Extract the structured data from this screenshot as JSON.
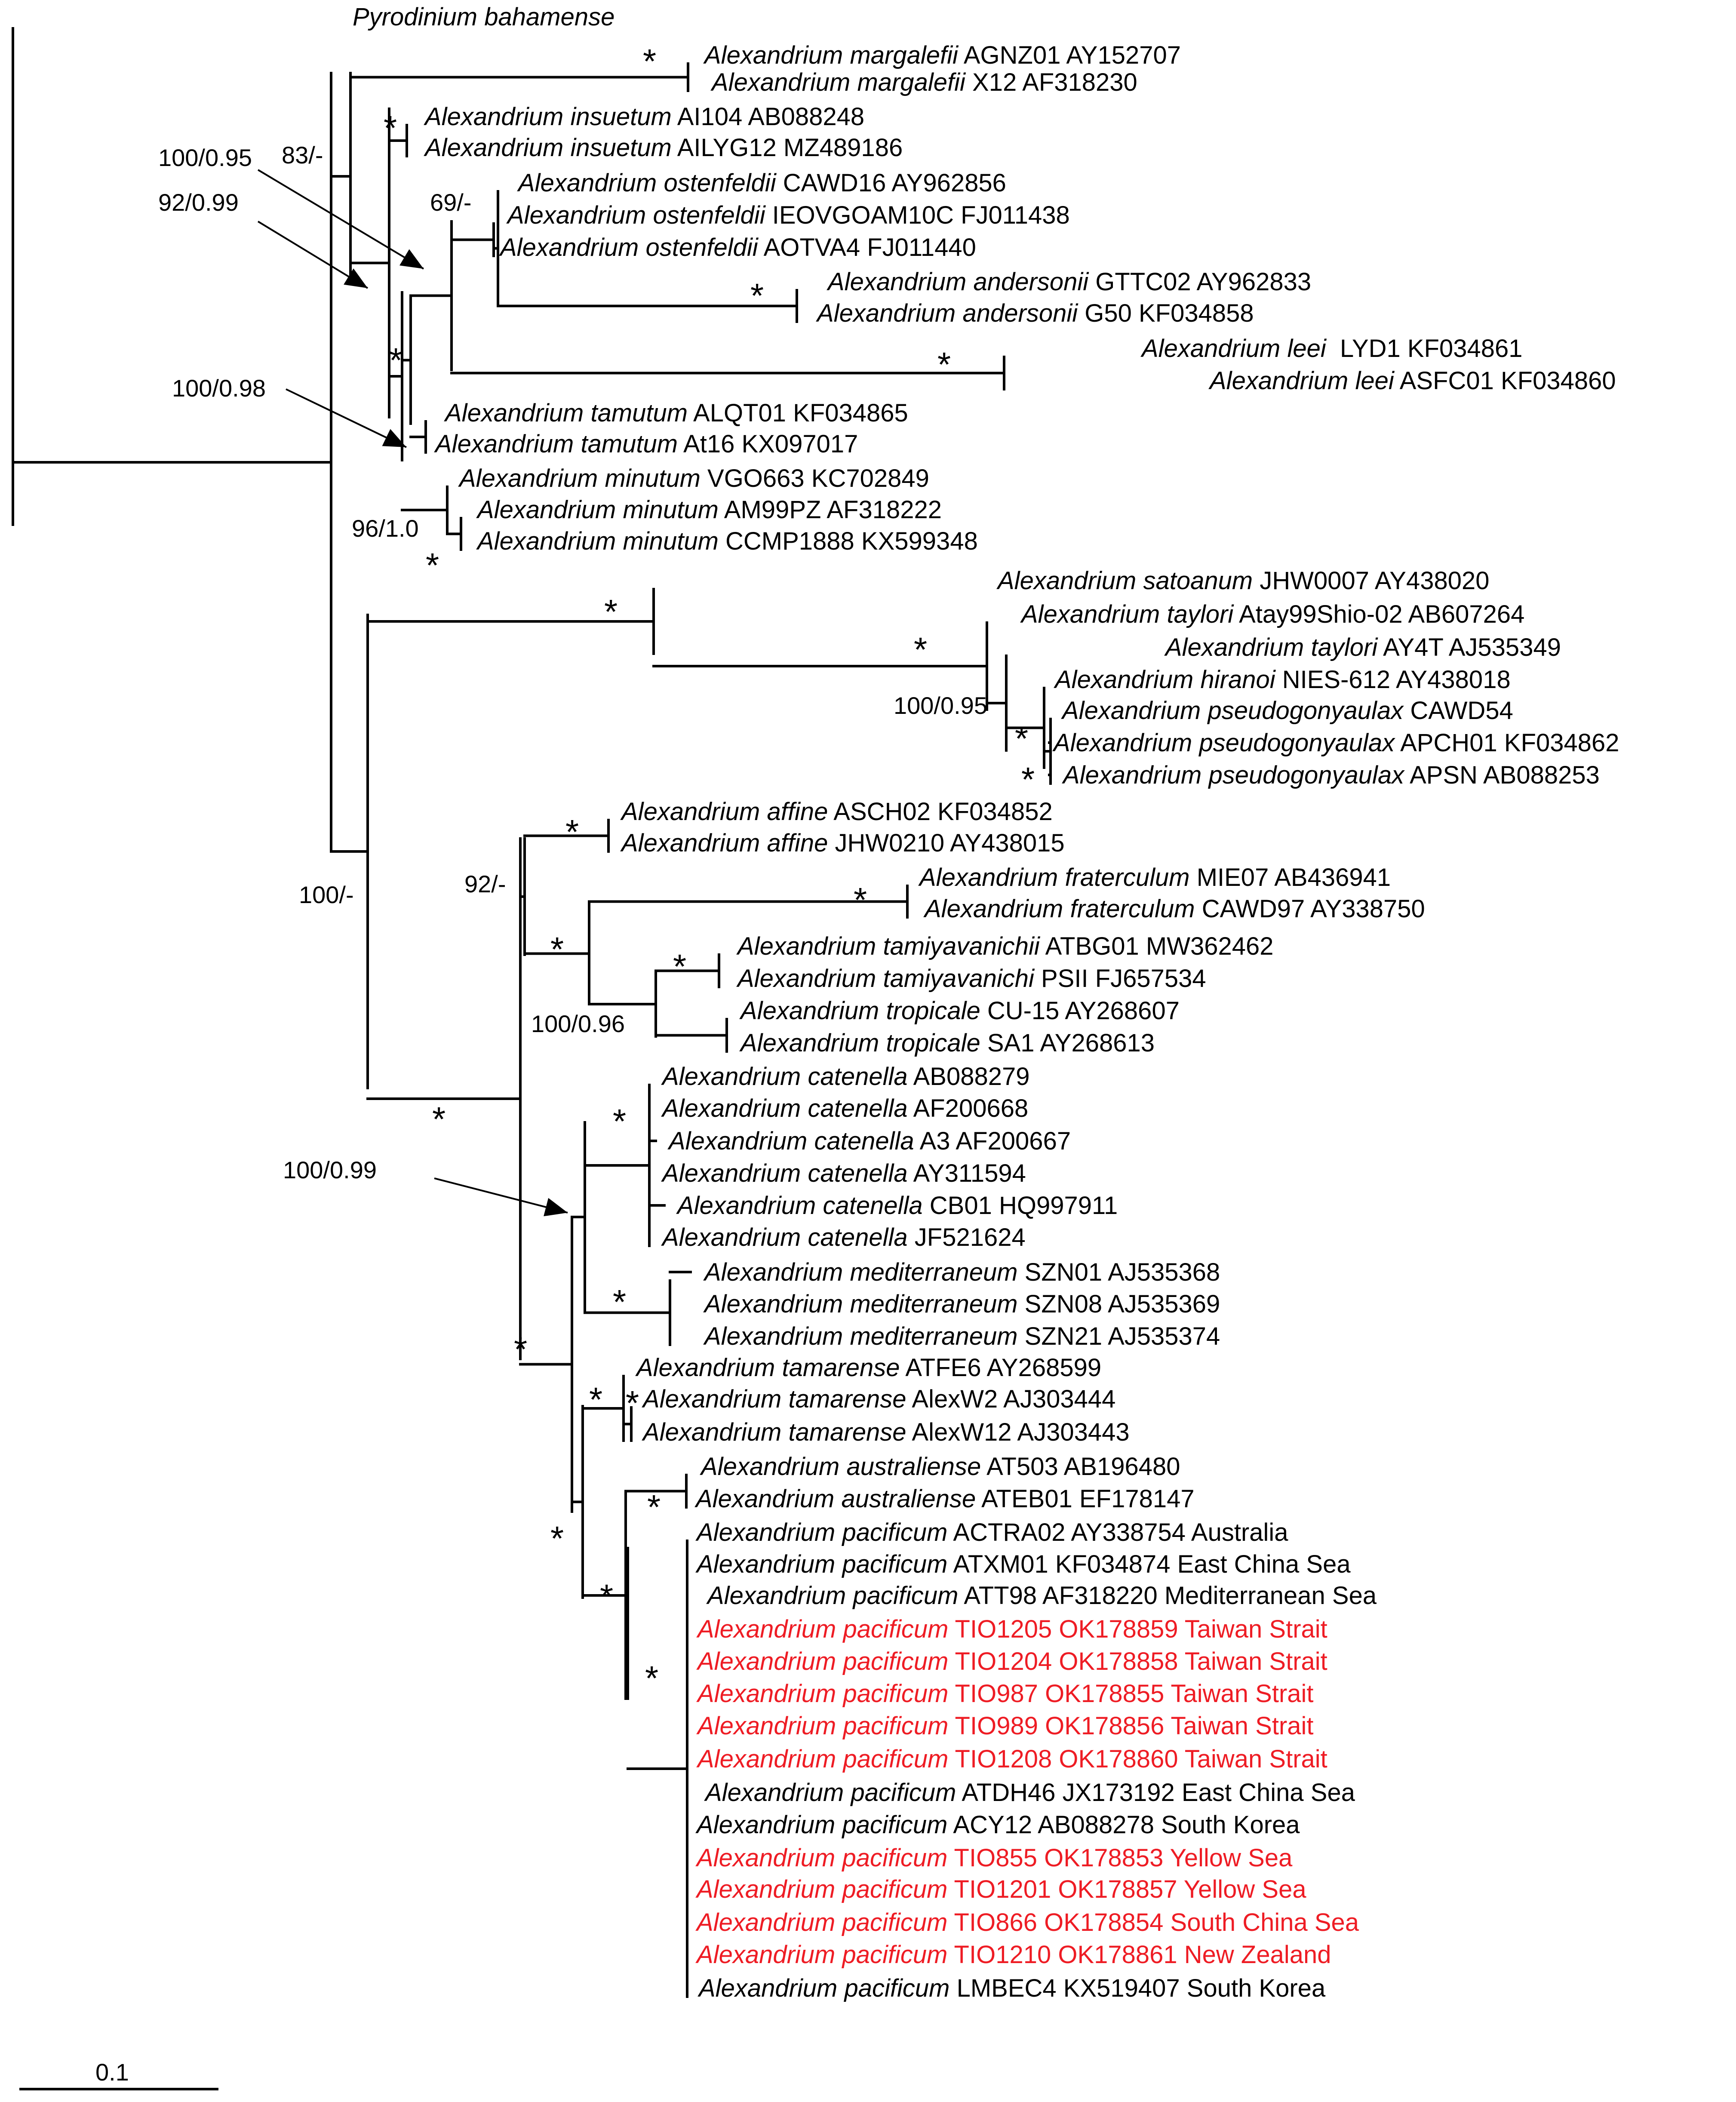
{
  "highlight_color": "#ee1c24",
  "scale_bar": {
    "label": "0.1"
  },
  "tips": [
    {
      "id": "pba",
      "genus": "Pyrodinium bahamense",
      "rest": "",
      "red": false
    },
    {
      "id": "mg1",
      "genus": "Alexandrium margalefii",
      "rest": " AGNZ01 AY152707",
      "red": false
    },
    {
      "id": "mg2",
      "genus": "Alexandrium margalefii",
      "rest": " X12 AF318230",
      "red": false
    },
    {
      "id": "in1",
      "genus": "Alexandrium insuetum",
      "rest": " AI104 AB088248",
      "red": false
    },
    {
      "id": "in2",
      "genus": "Alexandrium insuetum",
      "rest": " AILYG12 MZ489186",
      "red": false
    },
    {
      "id": "os1",
      "genus": "Alexandrium ostenfeldii",
      "rest": " CAWD16 AY962856",
      "red": false
    },
    {
      "id": "os2",
      "genus": "Alexandrium ostenfeldii",
      "rest": " IEOVGOAM10C FJ011438",
      "red": false
    },
    {
      "id": "os3",
      "genus": "Alexandrium ostenfeldii",
      "rest": " AOTVA4 FJ011440",
      "red": false
    },
    {
      "id": "an1",
      "genus": "Alexandrium andersonii",
      "rest": " GTTC02 AY962833",
      "red": false
    },
    {
      "id": "an2",
      "genus": "Alexandrium andersonii",
      "rest": " G50 KF034858",
      "red": false
    },
    {
      "id": "le1",
      "genus": "Alexandrium leei",
      "rest": "  LYD1 KF034861",
      "red": false
    },
    {
      "id": "le2",
      "genus": "Alexandrium leei",
      "rest": " ASFC01 KF034860",
      "red": false
    },
    {
      "id": "ta1",
      "genus": "Alexandrium tamutum",
      "rest": " ALQT01 KF034865",
      "red": false
    },
    {
      "id": "ta2",
      "genus": "Alexandrium tamutum",
      "rest": " At16 KX097017",
      "red": false
    },
    {
      "id": "mi1",
      "genus": "Alexandrium minutum",
      "rest": " VGO663 KC702849",
      "red": false
    },
    {
      "id": "mi2",
      "genus": "Alexandrium minutum",
      "rest": " AM99PZ AF318222",
      "red": false
    },
    {
      "id": "mi3",
      "genus": "Alexandrium minutum",
      "rest": " CCMP1888 KX599348",
      "red": false
    },
    {
      "id": "sa1",
      "genus": "Alexandrium satoanum",
      "rest": " JHW0007 AY438020",
      "red": false
    },
    {
      "id": "ty1",
      "genus": "Alexandrium taylori",
      "rest": " Atay99Shio-02 AB607264",
      "red": false
    },
    {
      "id": "ty2",
      "genus": "Alexandrium taylori",
      "rest": " AY4T AJ535349",
      "red": false
    },
    {
      "id": "hi1",
      "genus": "Alexandrium hiranoi",
      "rest": " NIES-612 AY438018",
      "red": false
    },
    {
      "id": "ps1",
      "genus": "Alexandrium pseudogonyaulax",
      "rest": " CAWD54",
      "red": false
    },
    {
      "id": "ps2",
      "genus": "Alexandrium pseudogonyaulax",
      "rest": " APCH01 KF034862",
      "red": false
    },
    {
      "id": "ps3",
      "genus": "Alexandrium pseudogonyaulax",
      "rest": " APSN AB088253",
      "red": false
    },
    {
      "id": "af1",
      "genus": "Alexandrium affine",
      "rest": " ASCH02 KF034852",
      "red": false
    },
    {
      "id": "af2",
      "genus": "Alexandrium affine",
      "rest": " JHW0210 AY438015",
      "red": false
    },
    {
      "id": "fr1",
      "genus": "Alexandrium fraterculum",
      "rest": " MIE07 AB436941",
      "red": false
    },
    {
      "id": "fr2",
      "genus": "Alexandrium fraterculum",
      "rest": " CAWD97 AY338750",
      "red": false
    },
    {
      "id": "tm1",
      "genus": "Alexandrium tamiyavanichii",
      "rest": " ATBG01 MW362462",
      "red": false
    },
    {
      "id": "tm2",
      "genus": "Alexandrium tamiyavanichi",
      "rest": " PSII FJ657534",
      "red": false
    },
    {
      "id": "tr1",
      "genus": "Alexandrium tropicale",
      "rest": " CU-15 AY268607",
      "red": false
    },
    {
      "id": "tr2",
      "genus": "Alexandrium tropicale",
      "rest": " SA1 AY268613",
      "red": false
    },
    {
      "id": "ca1",
      "genus": "Alexandrium catenella",
      "rest": " AB088279",
      "red": false
    },
    {
      "id": "ca2",
      "genus": "Alexandrium catenella",
      "rest": " AF200668",
      "red": false
    },
    {
      "id": "ca3",
      "genus": "Alexandrium catenella",
      "rest": " A3 AF200667",
      "red": false
    },
    {
      "id": "ca4",
      "genus": "Alexandrium catenella",
      "rest": " AY311594",
      "red": false
    },
    {
      "id": "ca5",
      "genus": "Alexandrium catenella",
      "rest": " CB01 HQ997911",
      "red": false
    },
    {
      "id": "ca6",
      "genus": "Alexandrium catenella",
      "rest": " JF521624",
      "red": false
    },
    {
      "id": "me1",
      "genus": "Alexandrium mediterraneum",
      "rest": " SZN01 AJ535368",
      "red": false
    },
    {
      "id": "me2",
      "genus": "Alexandrium mediterraneum",
      "rest": " SZN08 AJ535369",
      "red": false
    },
    {
      "id": "me3",
      "genus": "Alexandrium mediterraneum",
      "rest": " SZN21 AJ535374",
      "red": false
    },
    {
      "id": "tam1",
      "genus": "Alexandrium tamarense",
      "rest": " ATFE6 AY268599",
      "red": false
    },
    {
      "id": "tam2",
      "genus": "Alexandrium tamarense",
      "rest": " AlexW2 AJ303444",
      "red": false
    },
    {
      "id": "tam3",
      "genus": "Alexandrium tamarense",
      "rest": " AlexW12 AJ303443",
      "red": false
    },
    {
      "id": "au1",
      "genus": "Alexandrium australiense",
      "rest": " AT503 AB196480",
      "red": false
    },
    {
      "id": "au2",
      "genus": "Alexandrium australiense",
      "rest": " ATEB01 EF178147",
      "red": false
    },
    {
      "id": "pa1",
      "genus": "Alexandrium pacificum",
      "rest": " ACTRA02 AY338754 Australia",
      "red": false
    },
    {
      "id": "pa2",
      "genus": "Alexandrium pacificum",
      "rest": " ATXM01 KF034874 East China Sea",
      "red": false
    },
    {
      "id": "pa3",
      "genus": "Alexandrium pacificum",
      "rest": " ATT98 AF318220 Mediterranean Sea",
      "red": false
    },
    {
      "id": "pa4",
      "genus": "Alexandrium pacificum",
      "rest": " TIO1205 OK178859 Taiwan Strait",
      "red": true
    },
    {
      "id": "pa5",
      "genus": "Alexandrium pacificum",
      "rest": " TIO1204 OK178858 Taiwan Strait",
      "red": true
    },
    {
      "id": "pa6",
      "genus": "Alexandrium pacificum",
      "rest": " TIO987 OK178855 Taiwan Strait",
      "red": true
    },
    {
      "id": "pa7",
      "genus": "Alexandrium pacificum",
      "rest": " TIO989 OK178856 Taiwan Strait",
      "red": true
    },
    {
      "id": "pa8",
      "genus": "Alexandrium pacificum",
      "rest": " TIO1208 OK178860 Taiwan Strait",
      "red": true
    },
    {
      "id": "pa9",
      "genus": "Alexandrium pacificum",
      "rest": " ATDH46 JX173192 East China Sea",
      "red": false
    },
    {
      "id": "pa10",
      "genus": "Alexandrium pacificum",
      "rest": " ACY12 AB088278 South Korea",
      "red": false
    },
    {
      "id": "pa11",
      "genus": "Alexandrium pacificum",
      "rest": " TIO855 OK178853 Yellow Sea",
      "red": true
    },
    {
      "id": "pa12",
      "genus": "Alexandrium pacificum",
      "rest": " TIO1201 OK178857 Yellow Sea",
      "red": true
    },
    {
      "id": "pa13",
      "genus": "Alexandrium pacificum",
      "rest": " TIO866 OK178854 South China Sea",
      "red": true
    },
    {
      "id": "pa14",
      "genus": "Alexandrium pacificum",
      "rest": " TIO1210 OK178861 New Zealand",
      "red": true
    },
    {
      "id": "pa15",
      "genus": "Alexandrium pacificum",
      "rest": " LMBEC4 KX519407 South Korea",
      "red": false
    }
  ],
  "support_labels": [
    {
      "id": "s1",
      "text": "83/-"
    },
    {
      "id": "s2",
      "text": "100/0.95"
    },
    {
      "id": "s3",
      "text": "92/0.99"
    },
    {
      "id": "s4",
      "text": "69/-"
    },
    {
      "id": "s5",
      "text": "100/0.98"
    },
    {
      "id": "s6",
      "text": "96/1.0"
    },
    {
      "id": "s7",
      "text": "100/0.95"
    },
    {
      "id": "s8",
      "text": "92/-"
    },
    {
      "id": "s9",
      "text": "100/-"
    },
    {
      "id": "s10",
      "text": "100/0.96"
    },
    {
      "id": "s11",
      "text": "100/0.99"
    }
  ],
  "star_symbol": "*"
}
